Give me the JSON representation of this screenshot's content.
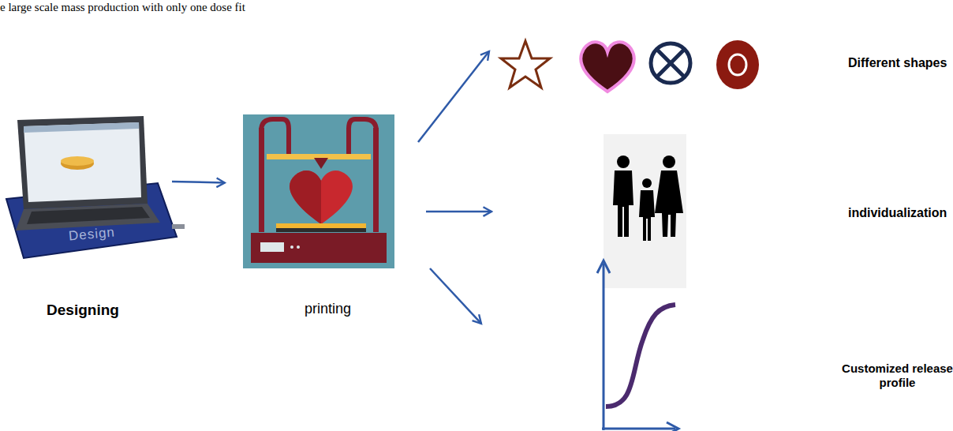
{
  "diagram": {
    "nodes": [
      {
        "text": [
          "Design",
          "Designing"
        ]
      },
      {
        "text": [
          "printing"
        ]
      },
      {
        "text": [
          "Different shapes"
        ]
      },
      {
        "text": [
          "individualization"
        ]
      },
      {
        "text": [
          "Customized release profile"
        ]
      }
    ],
    "edges": [
      {
        "from": 0,
        "to": 1,
        "arrow": "to"
      },
      {
        "from": 1,
        "to": 2,
        "arrow": "to"
      },
      {
        "from": 1,
        "to": 3,
        "arrow": "to"
      },
      {
        "from": 1,
        "to": 4,
        "arrow": "to"
      }
    ],
    "labels": [
      "e large scale mass production with only one dose fit"
    ]
  }
}
